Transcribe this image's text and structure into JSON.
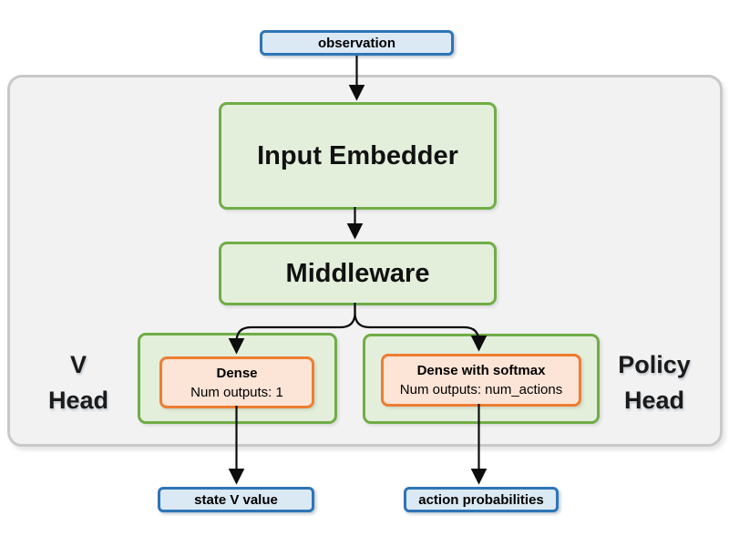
{
  "diagram": {
    "observation": {
      "label": "observation"
    },
    "input_embedder": {
      "label": "Input Embedder"
    },
    "middleware": {
      "label": "Middleware"
    },
    "v_head": {
      "title_line1": "V",
      "title_line2": "Head",
      "dense": {
        "title": "Dense",
        "subtitle": "Num outputs: 1"
      },
      "output": {
        "label": "state V value"
      }
    },
    "policy_head": {
      "title_line1": "Policy",
      "title_line2": "Head",
      "dense": {
        "title": "Dense with softmax",
        "subtitle": "Num outputs: num_actions"
      },
      "output": {
        "label": "action probabilities"
      }
    },
    "colors": {
      "io_fill": "#dbe9f5",
      "io_border": "#2e75b6",
      "stage_fill": "#e3efdb",
      "stage_border": "#70ad47",
      "dense_fill": "#fce4d6",
      "dense_border": "#ed7d31",
      "container_fill": "#f2f2f2",
      "container_border": "#c9c9c9",
      "arrow_color": "#0d0d0d"
    }
  }
}
